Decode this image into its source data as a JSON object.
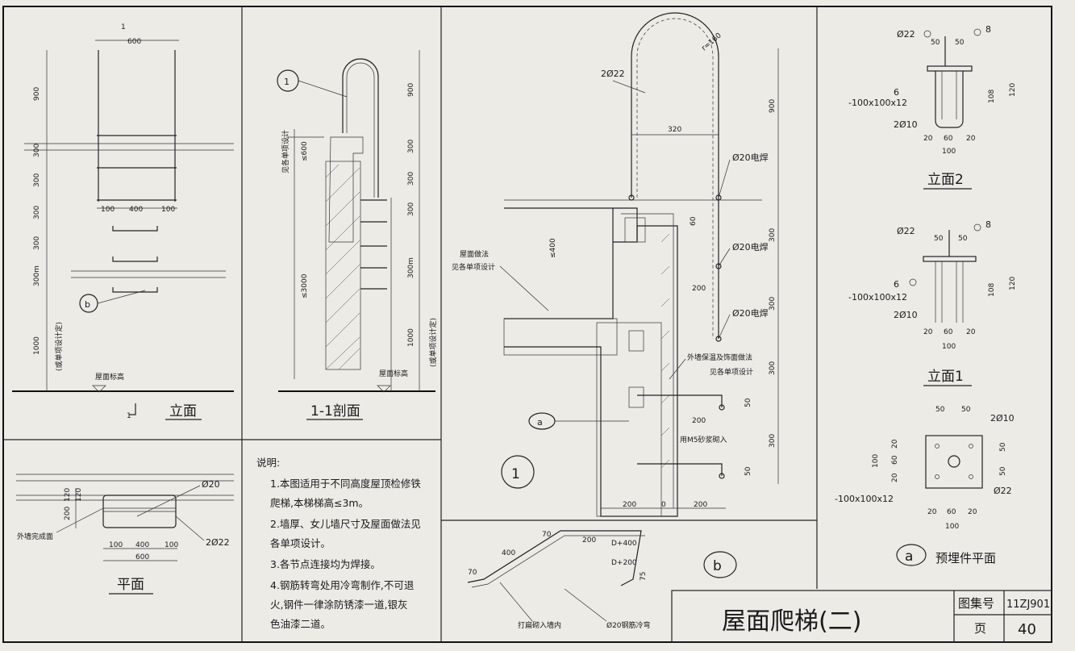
{
  "title_block": {
    "drawing_title": "屋面爬梯(二)",
    "atlas_label": "图集号",
    "atlas_no": "11ZJ901",
    "page_label": "页",
    "page_no": "40"
  },
  "elevation": {
    "title": "立面",
    "section_mark": "1",
    "dims_top": "600",
    "dims_vertical": [
      "900",
      "300",
      "300",
      "300",
      "300",
      "300m",
      "1000"
    ],
    "dims_bottom": [
      "100",
      "400",
      "100"
    ],
    "side_note": "(或单项设计定)",
    "roof_level": "屋面标高",
    "detail_callout": "b"
  },
  "section": {
    "title": "1-1剖面",
    "callout": "1",
    "side_note_top": "见各单项设计",
    "side_note_bottom": "(或单项设计定)",
    "dims_vertical": [
      "900",
      "300",
      "300",
      "300",
      "300m",
      "1000"
    ],
    "dim_600": "≤600",
    "dim_3000": "≤3000",
    "roof_level": "屋面标高"
  },
  "plan": {
    "title": "平面",
    "label_wall": "外墙完成面",
    "rebar_20": "Ø20",
    "rebar_22": "2Ø22",
    "dims_bottom": [
      "100",
      "400",
      "100"
    ],
    "dim_total": "600",
    "dims_side": [
      "120",
      "200",
      "120"
    ]
  },
  "notes": {
    "heading": "说明:",
    "items": [
      "1.本图适用于不同高度屋顶检修铁",
      "   爬梯,本梯梯高≤3m。",
      "2.墙厚、女儿墙尺寸及屋面做法见",
      "   各单项设计。",
      "3.各节点连接均为焊接。",
      "4.钢筋转弯处用冷弯制作,不可退",
      "   火,钢件一律涂防锈漆一道,银灰",
      "   色油漆二道。"
    ]
  },
  "detail1": {
    "callout": "1",
    "rebar_top": "2Ø22",
    "radius": "r=160",
    "width": "320",
    "dim_900": "900",
    "weld1": "Ø20电焊",
    "weld2": "Ø20电焊",
    "weld3": "Ø20电焊",
    "roof_note_1": "屋面做法",
    "roof_note_2": "见各单项设计",
    "wall_note_1": "外墙保温及饰面做法",
    "wall_note_2": "见各单项设计",
    "mortar_note": "用M5砂浆砌入",
    "dims": [
      "200",
      "200",
      "50",
      "300",
      "50",
      "300",
      "300",
      "300",
      "200",
      "0",
      "200",
      "60",
      "≤400"
    ],
    "callout_a": "a"
  },
  "detail_b": {
    "callout": "b",
    "dims": [
      "70",
      "400",
      "200",
      "D+400",
      "D+200",
      "70",
      "75"
    ],
    "label_embed": "打扁砌入墙内",
    "label_rebar": "Ø20钢筋冷弯"
  },
  "elev2": {
    "title": "立面2",
    "labels": [
      "Ø22",
      "50",
      "50",
      "8",
      "6",
      "-100x100x12",
      "2Ø10",
      "20",
      "60",
      "20",
      "100",
      "108",
      "120"
    ]
  },
  "elev1": {
    "title": "立面1",
    "labels": [
      "Ø22",
      "50",
      "50",
      "8",
      "6",
      "-100x100x12",
      "2Ø10",
      "20",
      "60",
      "20",
      "100",
      "108",
      "120"
    ]
  },
  "embed_plan": {
    "title": "预埋件平面",
    "callout": "a",
    "labels": [
      "50",
      "50",
      "2Ø10",
      "100",
      "20",
      "60",
      "20",
      "50",
      "50",
      "Ø22",
      "-100x100x12",
      "20",
      "60",
      "20",
      "100"
    ]
  }
}
